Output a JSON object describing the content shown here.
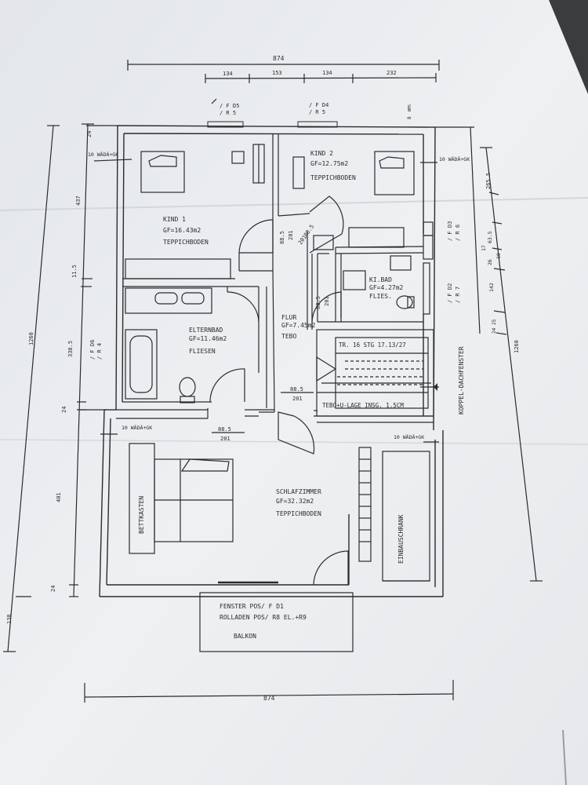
{
  "dimensions": {
    "top_total": "874",
    "top_segments": [
      "134",
      "153",
      "134",
      "232"
    ],
    "bottom_total": "874",
    "left_height_total": "1260",
    "left_segments": [
      "437",
      "11.5",
      "338.5",
      "24",
      "401",
      "24"
    ],
    "left_balcony": "138",
    "right_height_total": "1260",
    "right_segments": [
      "265.5",
      "63.5",
      "17",
      "10",
      "26",
      "142",
      "25",
      "24"
    ],
    "door_width": "88.5",
    "door_height": "201",
    "wall_8": "8",
    "wall_8_unit": "WMS"
  },
  "windows": {
    "f_d5": "/ F D5",
    "r5_a": "/ R 5",
    "f_d4": "/ F D4",
    "r5_b": "/ R 5",
    "f_d3": "/ F D3",
    "r6": "/ R 6",
    "f_d2": "/ F D2",
    "r7": "/ R 7",
    "f_d6": "/ F D6",
    "r4": "/ R 4"
  },
  "wall_notes": {
    "wada_1": "10 WÄDÄ+GK",
    "wada_2": "10 WÄDÄ+GK",
    "wada_3": "10 WÄDÄ+GK",
    "wada_4": "10 WÄDÄ+GK"
  },
  "rooms": {
    "kind1": {
      "name": "KIND 1",
      "area": "GF=16.43m2",
      "floor": "TEPPICHBODEN"
    },
    "kind2": {
      "name": "KIND 2",
      "area": "GF=12.75m2",
      "floor": "TEPPICHBODEN"
    },
    "kibad": {
      "name": "KI.BAD",
      "area": "GF=4.27m2",
      "floor": "FLIES."
    },
    "elternbad": {
      "name": "ELTERNBAD",
      "area": "GF=11.46m2",
      "floor": "FLIESEN"
    },
    "flur": {
      "name": "FLUR",
      "area": "GF=7.45m2",
      "floor": "TEBO"
    },
    "schlafzimmer": {
      "name": "SCHLAFZIMMER",
      "area": "GF=32.32m2",
      "floor": "TEPPICHBODEN"
    },
    "balkon": {
      "name": "BALKON"
    }
  },
  "stair": {
    "note": "TR. 16 STG 17.13/27",
    "floor_note": "TEBO+U-LAGE INSG. 1.5CM"
  },
  "furniture": {
    "bettkasten": "BETTKASTEN",
    "einbauschrank": "EINBAUSCHRANK"
  },
  "notes": {
    "koppel": "KOPPEL-DACHFENSTER",
    "fenster": "FENSTER  POS/ F D1",
    "rolladen": "ROLLADEN POS/ R8 EL.+R9"
  },
  "colors": {
    "ink": "#2b2b2e",
    "paper": "#eceef0",
    "background": "#3a3c3e"
  }
}
